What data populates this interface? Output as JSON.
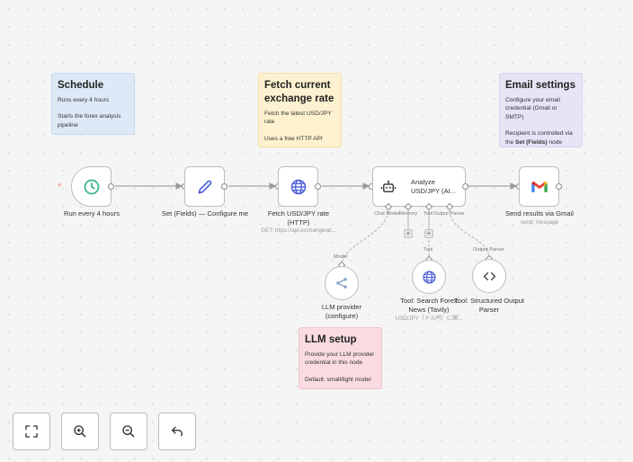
{
  "notes": {
    "schedule": {
      "title": "Schedule",
      "lines": [
        "Runs every 4 hours",
        "Starts the forex analysis pipeline"
      ]
    },
    "fetch": {
      "title": "Fetch current exchange rate",
      "lines": [
        "Fetch the latest USD/JPY rate",
        "Uses a free HTTP API"
      ]
    },
    "email": {
      "title": "Email settings",
      "line1": "Configure your email credential (Gmail or SMTP)",
      "line2_pre": "Recipient is controlled via the ",
      "line2_bold": "Set (Fields)",
      "line2_post": " node"
    },
    "llm": {
      "title": "LLM setup",
      "lines": [
        "Provide your LLM provider credential in this node",
        "Default: small/light model"
      ]
    }
  },
  "nodes": {
    "schedule": {
      "label": "Run every 4 hours",
      "icon": "clock-icon"
    },
    "set_fields": {
      "label": "Set (Fields) — Configure me",
      "icon": "pencil-icon"
    },
    "fetch": {
      "label": "Fetch USD/JPY rate (HTTP)",
      "subtitle": "GET: https://api.exchangerat...",
      "icon": "globe-icon"
    },
    "analyze": {
      "label": "Analyze USD/JPY (AI...",
      "icon": "robot-icon"
    },
    "gmail": {
      "label": "Send results via Gmail",
      "subtitle": "send: message",
      "icon": "gmail-icon"
    },
    "llm": {
      "label": "LLM provider (configure)",
      "icon": "llm-icon"
    },
    "search": {
      "label": "Tool: Search Forex News (Tavily)",
      "subtitle": "USD/JPY（ドル円）に関...",
      "icon": "globe-icon"
    },
    "parser": {
      "label": "Tool: Structured Output Parser",
      "icon": "code-icon"
    }
  },
  "ports": {
    "chat_model": "Chat Model",
    "memory": "Memory",
    "tool": "Tool",
    "output_parser": "Output Parser",
    "model_in": "Model",
    "tool_in": "Tool",
    "parser_in": "Output Parser"
  },
  "plus": "+",
  "controls": [
    {
      "name": "fit-view-button",
      "icon": "fullscreen-icon"
    },
    {
      "name": "zoom-in-button",
      "icon": "zoom-in-icon"
    },
    {
      "name": "zoom-out-button",
      "icon": "zoom-out-icon"
    },
    {
      "name": "undo-button",
      "icon": "undo-icon"
    }
  ],
  "colors": {
    "accent_clock": "#2fb38a",
    "accent_pencil": "#4f5fd6",
    "accent_globe": "#4a5bd4",
    "trigger_bolt": "#ee6a5c"
  }
}
